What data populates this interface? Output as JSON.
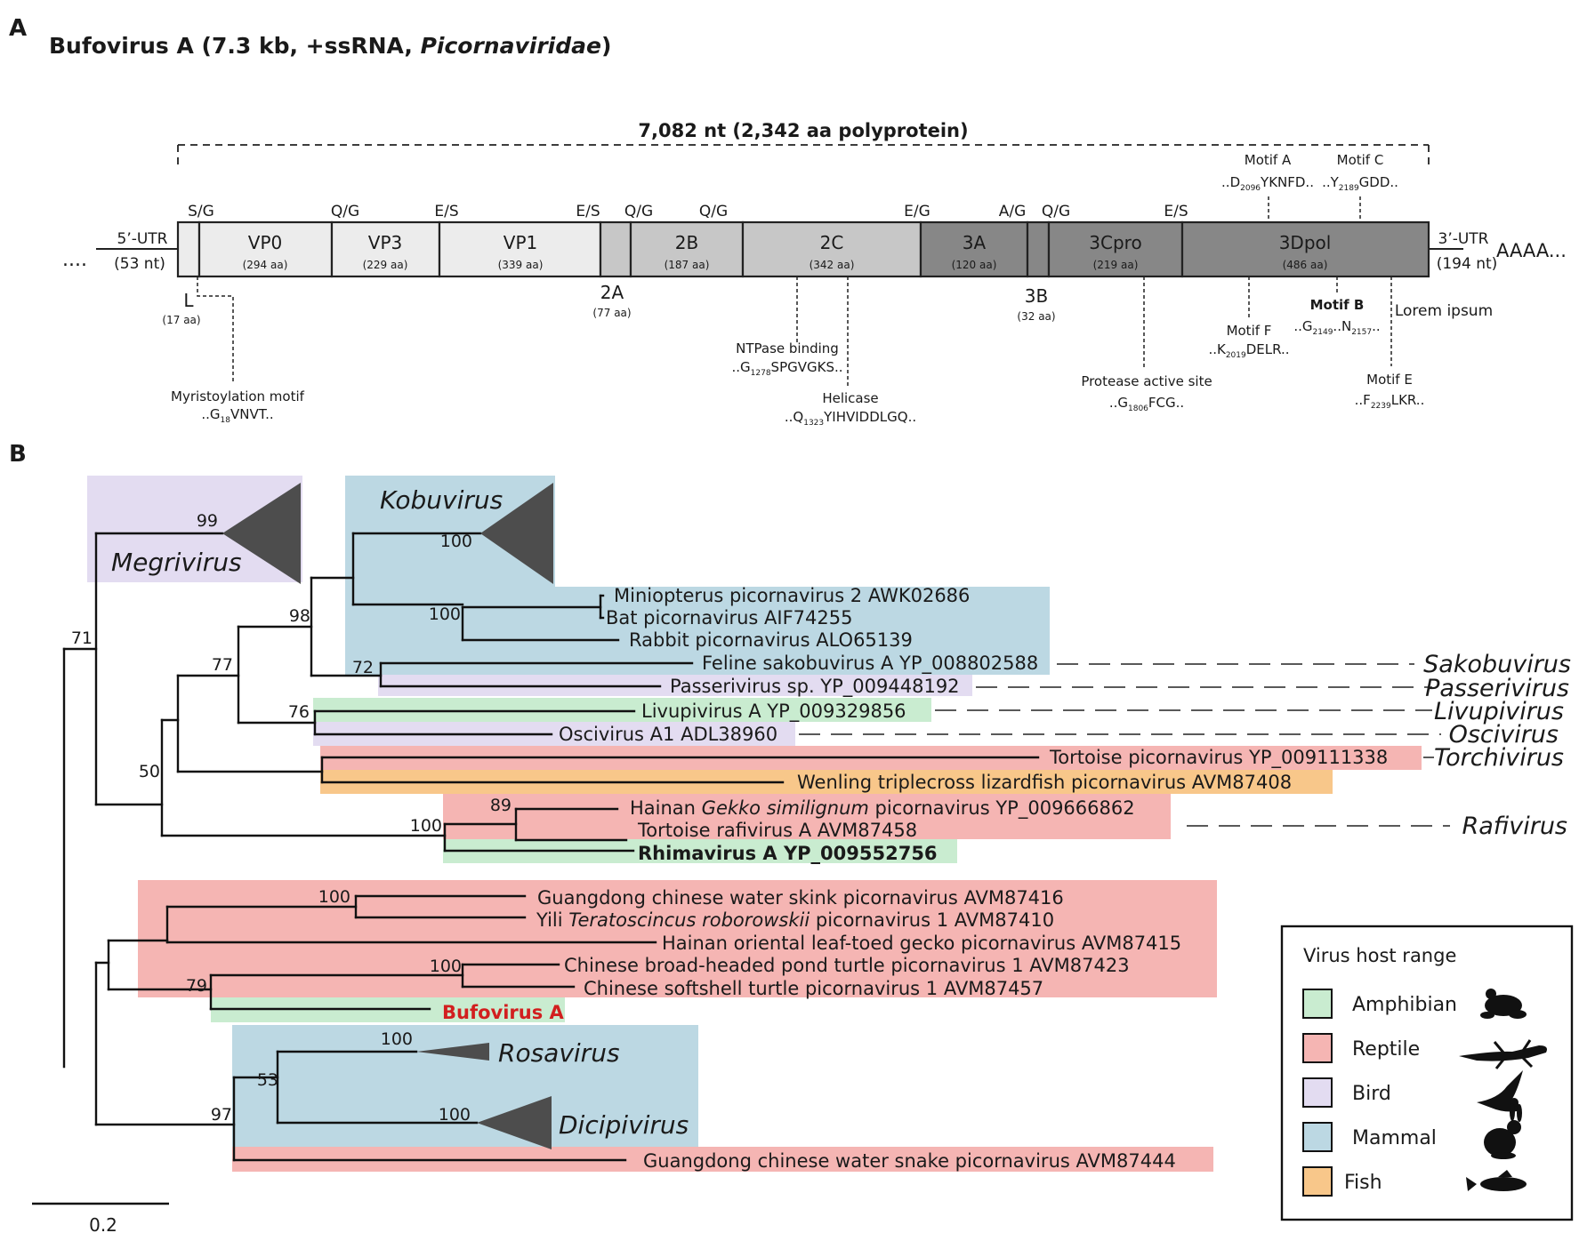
{
  "panel_a": {
    "letter": "A",
    "title_pre": "Bufovirus A (7.3 kb, +ssRNA, ",
    "title_family": "Picornaviridae",
    "title_post": ")",
    "bracket_label": "7,082 nt (2,342 aa polyprotein)",
    "ellipsis": "....",
    "utr5": {
      "name": "5’-UTR",
      "size": "(53 nt)"
    },
    "utr3": {
      "name": "3’-UTR",
      "size": "(194 nt)"
    },
    "polya": "AAAA...",
    "cleavage_sites": [
      "S/G",
      "Q/G",
      "E/S",
      "E/S",
      "Q/G",
      "Q/G",
      "E/G",
      "A/G",
      "Q/G",
      "E/S"
    ],
    "domains": [
      {
        "name": "",
        "size": ""
      },
      {
        "name": "VP0",
        "size": "(294 aa)"
      },
      {
        "name": "VP3",
        "size": "(229 aa)"
      },
      {
        "name": "VP1",
        "size": "(339 aa)"
      },
      {
        "name": "",
        "size": ""
      },
      {
        "name": "2B",
        "size": "(187 aa)"
      },
      {
        "name": "2C",
        "size": "(342 aa)"
      },
      {
        "name": "3A",
        "size": "(120 aa)"
      },
      {
        "name": "",
        "size": ""
      },
      {
        "name": "3Cpro",
        "size": "(219 aa)"
      },
      {
        "name": "3Dpol",
        "size": "(486 aa)"
      }
    ],
    "below_labels": [
      {
        "name": "L",
        "size": "(17 aa)"
      },
      {
        "name": "2A",
        "size": "(77 aa)"
      },
      {
        "name": "3B",
        "size": "(32 aa)"
      }
    ],
    "motifs": {
      "myristoylation": {
        "label": "Myristoylation motif",
        "seq_a": "..G",
        "sub": "18",
        "seq_b": "VNVT.."
      },
      "ntpase": {
        "label": "NTPase binding",
        "seq_a": "..G",
        "sub": "1278",
        "seq_b": "SPGVGKS.."
      },
      "helicase": {
        "label": "Helicase",
        "seq_a": "..Q",
        "sub": "1323",
        "seq_b": "YIHVIDDLGQ.."
      },
      "protease": {
        "label": "Protease active site",
        "seq_a": "..G",
        "sub": "1806",
        "seq_b": "FCG.."
      },
      "motif_a": {
        "label": "Motif A",
        "seq_a": "..D",
        "sub": "2096",
        "seq_b": "YKNFD.."
      },
      "motif_c": {
        "label": "Motif C",
        "seq_a": "..Y",
        "sub": "2189",
        "seq_b": "GDD.."
      },
      "motif_f": {
        "label": "Motif F",
        "seq_a": "..K",
        "sub": "2019",
        "seq_b": "DELR.."
      },
      "motif_b": {
        "label": "Motif B",
        "seq_a": "..G",
        "sub": "2149",
        "seq_mid": "..N",
        "sub2": "2157",
        "seq_b": ".."
      },
      "motif_e": {
        "label": "Motif E",
        "seq_a": "..F",
        "sub": "2239",
        "seq_b": "LKR.."
      },
      "lorem": {
        "label": "Lorem ipsum"
      }
    }
  },
  "panel_b": {
    "letter": "B",
    "bootstrap": [
      "99",
      "71",
      "100",
      "98",
      "100",
      "77",
      "72",
      "76",
      "50",
      "100",
      "89",
      "100",
      "79",
      "100",
      "100",
      "53",
      "97"
    ],
    "taxa": [
      "Miniopterus picornavirus 2 AWK02686",
      "Bat picornavirus AIF74255",
      "Rabbit picornavirus ALO65139",
      "Feline sakobuvirus A YP_008802588",
      "Passerivirus sp. YP_009448192",
      "Livupivirus A YP_009329856",
      "Oscivirus A1 ADL38960",
      "Tortoise picornavirus YP_009111338",
      "Wenling triplecross lizardfish picornavirus AVM87408",
      "Tortoise rafivirus A AVM87458",
      "Rhimavirus A YP_009552756",
      "Guangdong chinese water skink picornavirus AVM87416",
      "Hainan oriental leaf-toed gecko picornavirus AVM87415",
      "Chinese broad-headed pond turtle picornavirus 1 AVM87423",
      "Chinese softshell turtle picornavirus 1 AVM87457",
      "Bufovirus A",
      "Guangdong chinese water snake picornavirus AVM87444"
    ],
    "hainan_gekko": {
      "pre": "Hainan ",
      "italic": "Gekko similignum",
      "post": " picornavirus YP_009666862"
    },
    "yili": {
      "pre": "Yili ",
      "italic": "Teratoscincus roborowskii",
      "post": " picornavirus 1 AVM87410"
    },
    "collapsed": [
      "Megrivirus",
      "Kobuvirus",
      "Rosavirus",
      "Dicipivirus"
    ],
    "genus_labels": [
      "Sakobuvirus",
      "Passerivirus",
      "Livupivirus",
      "Oscivirus",
      "Torchivirus",
      "Rafivirus"
    ],
    "scale": "0.2",
    "legend": {
      "title": "Virus host range",
      "items": [
        {
          "label": "Amphibian",
          "color": "#c9ecd0",
          "icon": "frog-icon"
        },
        {
          "label": "Reptile",
          "color": "#f5b5b3",
          "icon": "lizard-icon"
        },
        {
          "label": "Bird",
          "color": "#e3dcf1",
          "icon": "bird-icon"
        },
        {
          "label": "Mammal",
          "color": "#bcd8e3",
          "icon": "rabbit-icon"
        },
        {
          "label": "Fish",
          "color": "#f8c78a",
          "icon": "fish-icon"
        }
      ]
    },
    "colors": {
      "highlight": "#d21f1f",
      "node": "#4d4d4d"
    }
  }
}
